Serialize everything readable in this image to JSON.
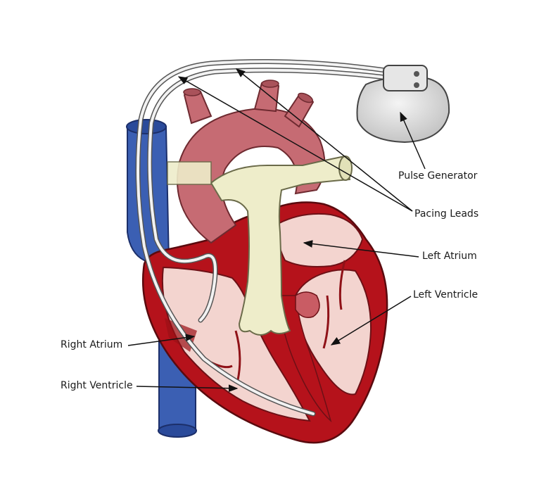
{
  "labels": {
    "pulse_generator": "Pulse Generator",
    "pacing_leads": "Pacing Leads",
    "left_atrium": "Left Atrium",
    "left_ventricle": "Left Ventricle",
    "right_atrium": "Right Atrium",
    "right_ventricle": "Right Ventricle"
  },
  "colors": {
    "vein": "#3b5fb3",
    "vein_dark": "#263f87",
    "artery": "#c66b73",
    "artery_dark": "#8f3a42",
    "myocardium": "#b5121b",
    "chamber": "#f3d4cf",
    "pulmonary": "#eeedca",
    "device": "#d9d9d9",
    "lead": "#f2f2f2"
  }
}
